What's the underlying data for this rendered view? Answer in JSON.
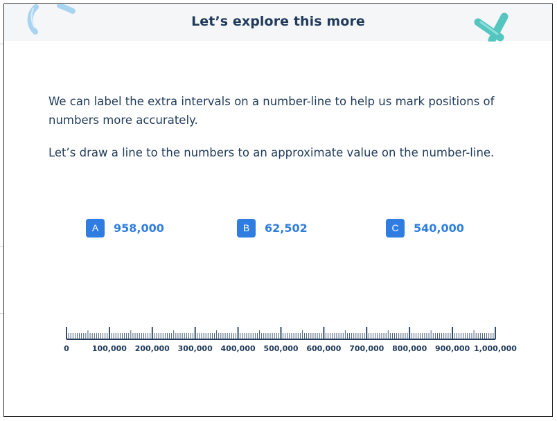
{
  "header": {
    "title": "Let’s explore this more"
  },
  "instructions": {
    "paragraph_1": "We can label the extra intervals on a number-line to help us mark positions of numbers more accurately.",
    "paragraph_2": "Let’s draw a line to the numbers to an approximate value on the number-line."
  },
  "options": [
    {
      "letter": "A",
      "value": "958,000"
    },
    {
      "letter": "B",
      "value": "62,502"
    },
    {
      "letter": "C",
      "value": "540,000"
    }
  ],
  "number_line": {
    "min": 0,
    "max": 1000000,
    "major_step": 100000,
    "minor_per_major": 20,
    "labels": [
      "0",
      "100,000",
      "200,000",
      "300,000",
      "400,000",
      "500,000",
      "600,000",
      "700,000",
      "800,000",
      "900,000",
      "1,000,000"
    ]
  },
  "colors": {
    "accent": "#2f7de1",
    "text": "#1f3a5a",
    "header_bg": "#f5f6f8",
    "decor_blue": "#a8d4f2",
    "decor_teal": "#55c5bf"
  }
}
